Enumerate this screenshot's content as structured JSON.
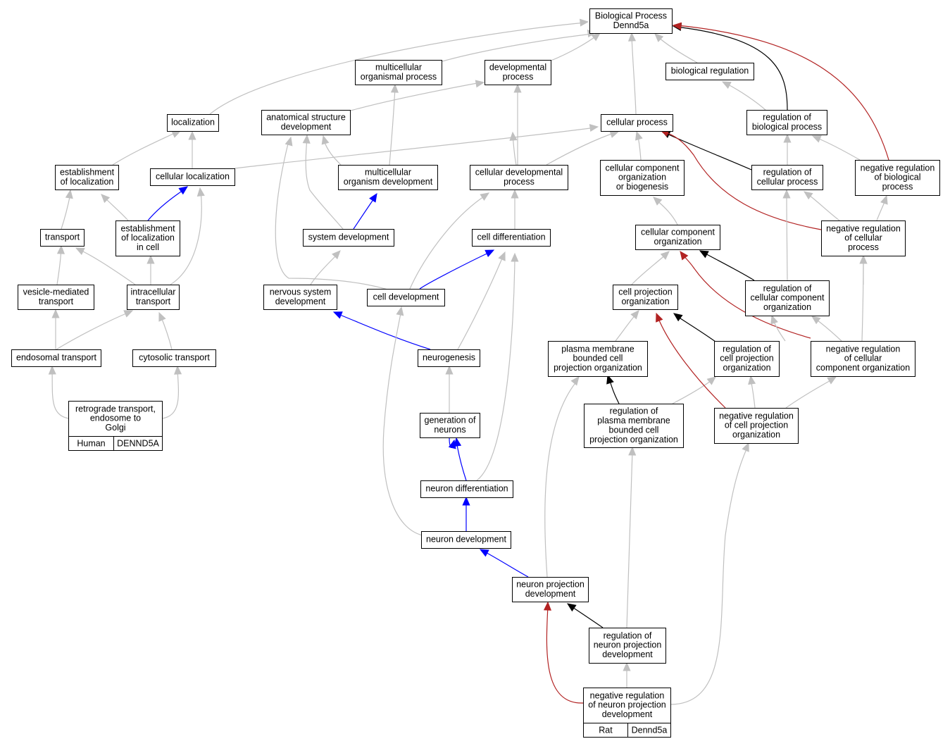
{
  "graph": {
    "colors": {
      "gray": "#c0c0c0",
      "black": "#000000",
      "blue": "#0000ff",
      "red": "#b22222",
      "human_fill": "#ff6347",
      "rat_fill": "#ffd700"
    },
    "nodes": {
      "bp": [
        "Biological Process",
        "Dennd5a"
      ],
      "multicellular_organismal_process": [
        "multicellular",
        "organismal process"
      ],
      "developmental_process": [
        "developmental",
        "process"
      ],
      "biological_regulation": [
        "biological regulation"
      ],
      "localization": [
        "localization"
      ],
      "anatomical_structure_development": [
        "anatomical structure",
        "development"
      ],
      "cellular_process": [
        "cellular process"
      ],
      "regulation_of_biological_process": [
        "regulation of",
        "biological process"
      ],
      "establishment_of_localization": [
        "establishment",
        "of localization"
      ],
      "cellular_localization": [
        "cellular localization"
      ],
      "multicellular_organism_development": [
        "multicellular",
        "organism development"
      ],
      "cellular_developmental_process": [
        "cellular developmental",
        "process"
      ],
      "cellular_component_organization_or_biogenesis": [
        "cellular component",
        "organization",
        "or biogenesis"
      ],
      "regulation_of_cellular_process": [
        "regulation of",
        "cellular process"
      ],
      "negative_regulation_of_biological_process": [
        "negative regulation",
        "of biological",
        "process"
      ],
      "transport": [
        "transport"
      ],
      "establishment_of_localization_in_cell": [
        "establishment",
        "of localization",
        "in cell"
      ],
      "system_development": [
        "system development"
      ],
      "cell_differentiation": [
        "cell differentiation"
      ],
      "cellular_component_organization": [
        "cellular component",
        "organization"
      ],
      "negative_regulation_of_cellular_process": [
        "negative regulation",
        "of cellular",
        "process"
      ],
      "vesicle_mediated_transport": [
        "vesicle-mediated",
        "transport"
      ],
      "intracellular_transport": [
        "intracellular",
        "transport"
      ],
      "nervous_system_development": [
        "nervous system",
        "development"
      ],
      "cell_development": [
        "cell development"
      ],
      "cell_projection_organization": [
        "cell projection",
        "organization"
      ],
      "regulation_of_cellular_component_organization": [
        "regulation of",
        "cellular component",
        "organization"
      ],
      "endosomal_transport": [
        "endosomal transport"
      ],
      "cytosolic_transport": [
        "cytosolic transport"
      ],
      "neurogenesis": [
        "neurogenesis"
      ],
      "plasma_membrane_bounded_cell_projection_organization": [
        "plasma membrane",
        "bounded cell",
        "projection organization"
      ],
      "regulation_of_cell_projection_organization": [
        "regulation of",
        "cell projection",
        "organization"
      ],
      "negative_regulation_of_cellular_component_organization": [
        "negative regulation",
        "of cellular",
        "component organization"
      ],
      "retrograde_transport": [
        "retrograde transport,",
        "endosome to",
        "Golgi"
      ],
      "generation_of_neurons": [
        "generation of",
        "neurons"
      ],
      "regulation_of_plasma_membrane_bounded_cell_projection_organization": [
        "regulation of",
        "plasma membrane",
        "bounded cell",
        "projection organization"
      ],
      "negative_regulation_of_cell_projection_organization": [
        "negative regulation",
        "of cell projection",
        "organization"
      ],
      "neuron_differentiation": [
        "neuron differentiation"
      ],
      "neuron_development": [
        "neuron development"
      ],
      "neuron_projection_development": [
        "neuron projection",
        "development"
      ],
      "regulation_of_neuron_projection_development": [
        "regulation of",
        "neuron projection",
        "development"
      ],
      "negative_regulation_of_neuron_projection_development": [
        "negative regulation",
        "of neuron projection",
        "development"
      ]
    },
    "annotations": {
      "retrograde_transport": [
        "Human",
        "DENND5A"
      ],
      "negative_regulation_of_neuron_projection_development": [
        "Rat",
        "Dennd5a"
      ]
    }
  }
}
